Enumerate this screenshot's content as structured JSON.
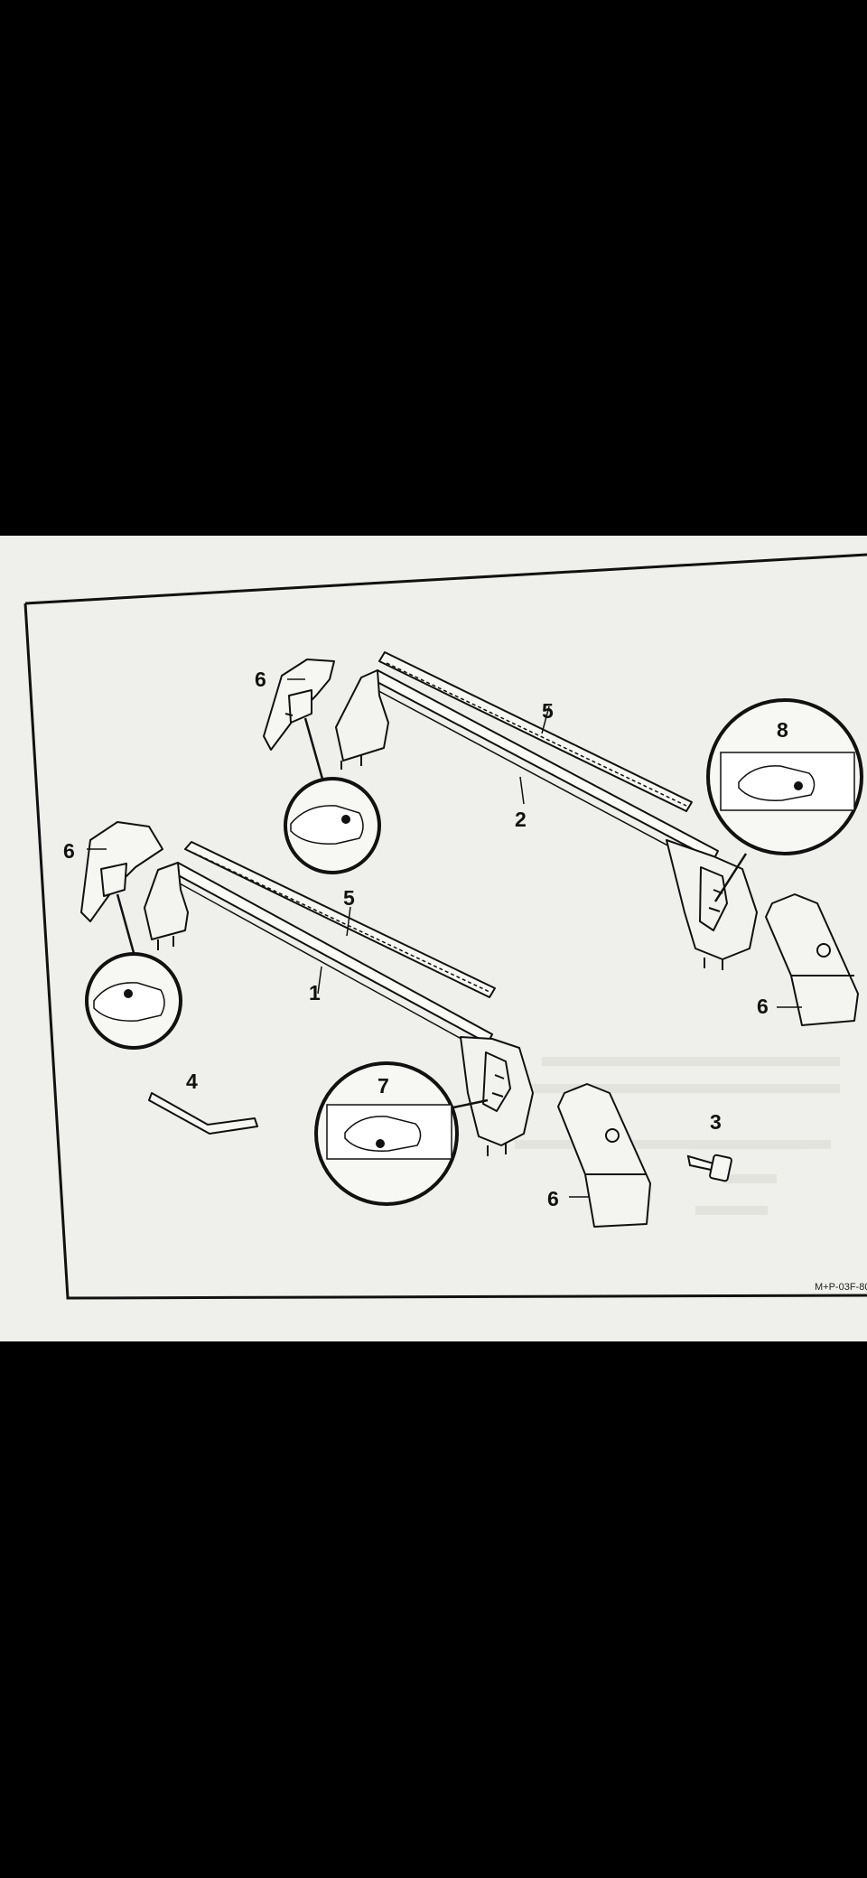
{
  "diagram": {
    "parts": [
      {
        "id": "bar-front",
        "label": "1"
      },
      {
        "id": "bar-rear",
        "label": "2"
      },
      {
        "id": "key",
        "label": "3"
      },
      {
        "id": "allen-key",
        "label": "4"
      },
      {
        "id": "rubber-strip-front",
        "label": "5"
      },
      {
        "id": "rubber-strip-rear",
        "label": "5"
      },
      {
        "id": "end-cap-top-left",
        "label": "6"
      },
      {
        "id": "end-cap-mid-left",
        "label": "6"
      },
      {
        "id": "end-cap-right-upper",
        "label": "6"
      },
      {
        "id": "end-cap-bottom",
        "label": "6"
      },
      {
        "id": "position-front",
        "label": "7"
      },
      {
        "id": "position-rear",
        "label": "8"
      }
    ],
    "document_code": "M+P-03F-80"
  },
  "colors": {
    "background": "#000000",
    "paper": "#efefeb",
    "ink": "#111111"
  }
}
